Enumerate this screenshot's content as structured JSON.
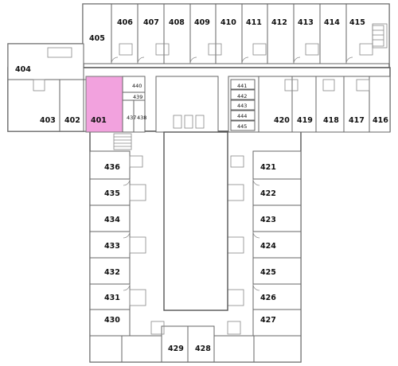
{
  "floor": "4",
  "highlight_color": "#f2a2de",
  "selected_room": "401",
  "rooms": {
    "r401": "401",
    "r402": "402",
    "r403": "403",
    "r404": "404",
    "r405": "405",
    "r406": "406",
    "r407": "407",
    "r408": "408",
    "r409": "409",
    "r410": "410",
    "r411": "411",
    "r412": "412",
    "r413": "413",
    "r414": "414",
    "r415": "415",
    "r416": "416",
    "r417": "417",
    "r418": "418",
    "r419": "419",
    "r420": "420",
    "r421": "421",
    "r422": "422",
    "r423": "423",
    "r424": "424",
    "r425": "425",
    "r426": "426",
    "r427": "427",
    "r428": "428",
    "r429": "429",
    "r430": "430",
    "r431": "431",
    "r432": "432",
    "r433": "433",
    "r434": "434",
    "r435": "435",
    "r436": "436",
    "r437": "437",
    "r438": "438",
    "r439": "439",
    "r440": "440",
    "r441": "441",
    "r442": "442",
    "r443": "443",
    "r444": "444",
    "r445": "445"
  }
}
